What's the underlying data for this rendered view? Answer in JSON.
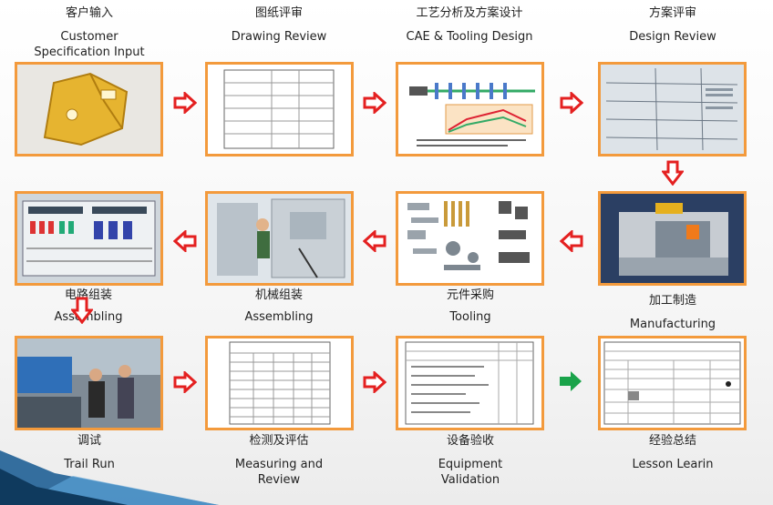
{
  "steps": [
    {
      "cn": "客户输入",
      "en": "Customer\nSpecification Input"
    },
    {
      "cn": "图纸评审",
      "en": "Drawing Review"
    },
    {
      "cn": "工艺分析及方案设计",
      "en": "CAE & Tooling Design"
    },
    {
      "cn": "方案评审",
      "en": "Design Review"
    },
    {
      "cn": "加工制造",
      "en": "Manufacturing"
    },
    {
      "cn": "元件采购",
      "en": "Tooling"
    },
    {
      "cn": "机械组装",
      "en": "Assembling"
    },
    {
      "cn": "电路组装",
      "en": "Assembling"
    },
    {
      "cn": "调试",
      "en": "Trail Run"
    },
    {
      "cn": "检测及评估",
      "en": "Measuring and\nReview"
    },
    {
      "cn": "设备验收",
      "en": "Equipment\nValidation"
    },
    {
      "cn": "经验总结",
      "en": "Lesson Learin"
    }
  ],
  "images": [
    {
      "icon": "bracket-part-icon"
    },
    {
      "icon": "drawing-sheet-icon"
    },
    {
      "icon": "cae-chart-icon"
    },
    {
      "icon": "review-document-icon"
    },
    {
      "icon": "machining-center-icon"
    },
    {
      "icon": "components-icon"
    },
    {
      "icon": "mechanical-assembly-icon"
    },
    {
      "icon": "electrical-cabinet-icon"
    },
    {
      "icon": "trial-run-photo-icon"
    },
    {
      "icon": "measurement-table-icon"
    },
    {
      "icon": "validation-checklist-icon"
    },
    {
      "icon": "lessons-table-icon"
    }
  ],
  "colors": {
    "frame": "#f39a3c",
    "arrow_red": "#e42020",
    "arrow_green": "#1aa34a",
    "deco_blue": "#1f5f95"
  }
}
